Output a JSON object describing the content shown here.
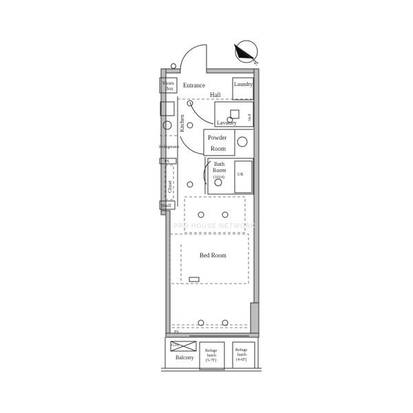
{
  "rooms": {
    "shoes_box": [
      "Shoes",
      "Box"
    ],
    "entrance": "Entrance",
    "hall": "Hall",
    "laundry": "Laundry",
    "kitchen": "Kitchen",
    "lavatory": "Lavatory",
    "shelf_small": "Shelf",
    "powder_room": [
      "Powder",
      "Room"
    ],
    "refrigerator": "Refrigerator",
    "ps_upper": "PS",
    "closet": "Closet",
    "shelf": "Shelf",
    "bath_room": [
      "Bath",
      "Room",
      "(1014)"
    ],
    "unit_bath": "UB",
    "bed_room": "Bed Room",
    "ps_lower": "PS",
    "balcony": "Balcony",
    "g16": "G16",
    "refuge_hatch_1": [
      "Refuge",
      "hatch",
      "(5-7F)"
    ],
    "refuge_hatch_2": [
      "Refuge",
      "hatch",
      "(4-6F)"
    ]
  },
  "compass": {
    "north_label": "N"
  },
  "watermark": "PRO HOUSE NETWORK"
}
